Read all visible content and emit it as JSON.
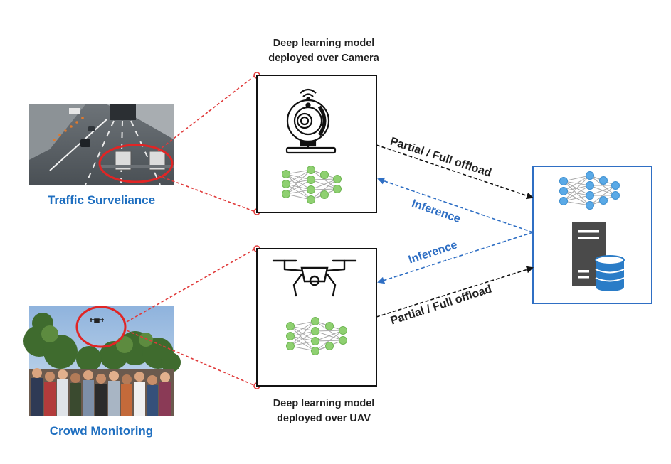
{
  "labels": {
    "camera_model_line1": "Deep learning model",
    "camera_model_line2": "deployed over Camera",
    "uav_model_line1": "Deep learning model",
    "uav_model_line2": "deployed over UAV",
    "traffic": "Traffic Surveliance",
    "crowd": "Crowd Monitoring",
    "offload_top": "Partial / Full offload",
    "offload_bottom": "Partial / Full offload",
    "inference_top": "Inference",
    "inference_bottom": "Inference"
  },
  "icons": {
    "camera": "webcam-icon",
    "drone": "drone-icon",
    "neural_net": "neural-network-icon",
    "server": "server-tower-icon",
    "database": "database-icon"
  },
  "colors": {
    "label_blue": "#1f6fc0",
    "dashed_red": "#e03a3a",
    "offload_black": "#111111",
    "inference_blue": "#2f6fc4",
    "nn_green": "#8fd071",
    "nn_blue": "#5aa9e6",
    "server_box_border": "#2f6fc4"
  }
}
